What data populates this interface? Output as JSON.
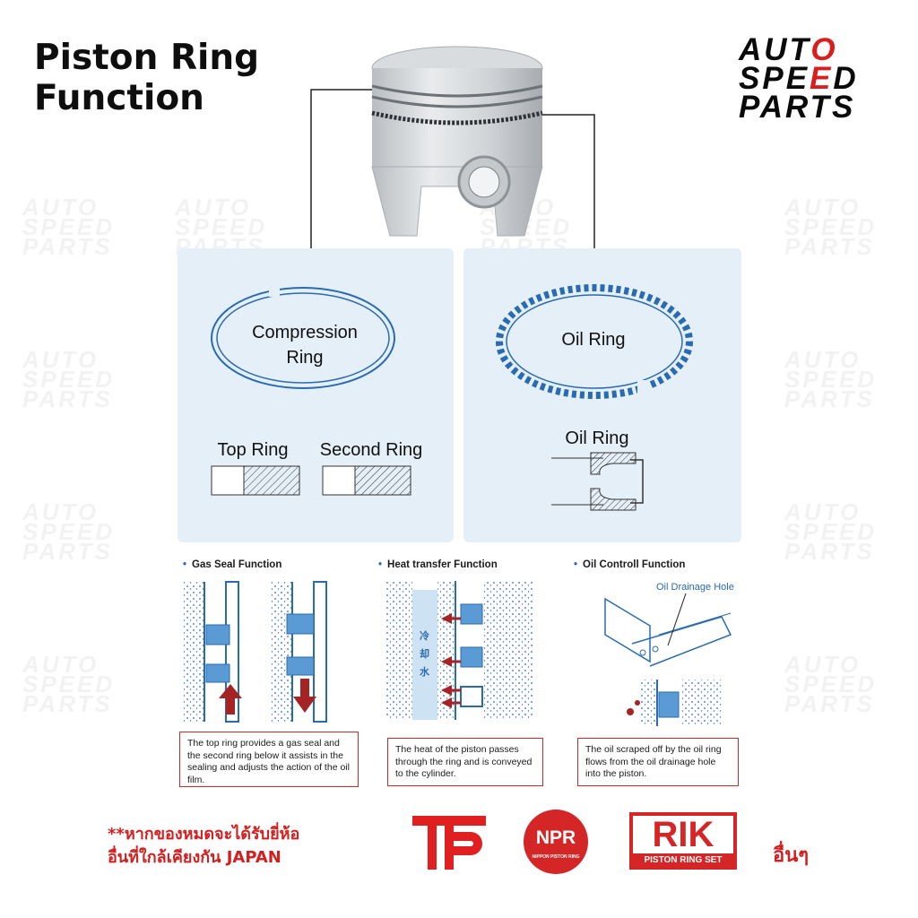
{
  "title": {
    "line1": "Piston Ring",
    "line2": "Function"
  },
  "brand": {
    "line1": "AUTO",
    "line2": "SPEED",
    "line3": "PARTS",
    "accent": "#d81e1e"
  },
  "compression_panel": {
    "ring_label_1": "Compression",
    "ring_label_2": "Ring",
    "top_ring": "Top Ring",
    "second_ring": "Second Ring"
  },
  "oil_panel": {
    "ring_label": "Oil Ring",
    "section_label": "Oil Ring"
  },
  "functions": [
    {
      "title": "Gas Seal Function",
      "note": "The top ring provides a gas seal and the second ring below it assists in the sealing and adjusts the action of the oil film."
    },
    {
      "title": "Heat transfer Function",
      "note": "The heat of the piston passes through the ring and is conveyed to the cylinder.",
      "coolant_label": "冷却水"
    },
    {
      "title": "Oil Controll Function",
      "note": "The oil scraped off by the oil ring flows from the oil drainage hole into the piston.",
      "hole_label": "Oil Drainage Hole"
    }
  ],
  "footer": {
    "thai_line1": "**หากของหมดจะได้รับยี่ห้อ",
    "thai_line2": "อื่นที่ใกล้เคียงกัน JAPAN",
    "logo_tp": "TP",
    "logo_npr": "NPR",
    "logo_npr_sub": "NIPPON PISTON RING",
    "logo_rik": "RIK",
    "logo_rik_sub": "PISTON RING SET",
    "others": "อื่นๆ"
  },
  "colors": {
    "panel": "#e4eff8",
    "ring_blue": "#2a6bb0",
    "red": "#d22020"
  }
}
